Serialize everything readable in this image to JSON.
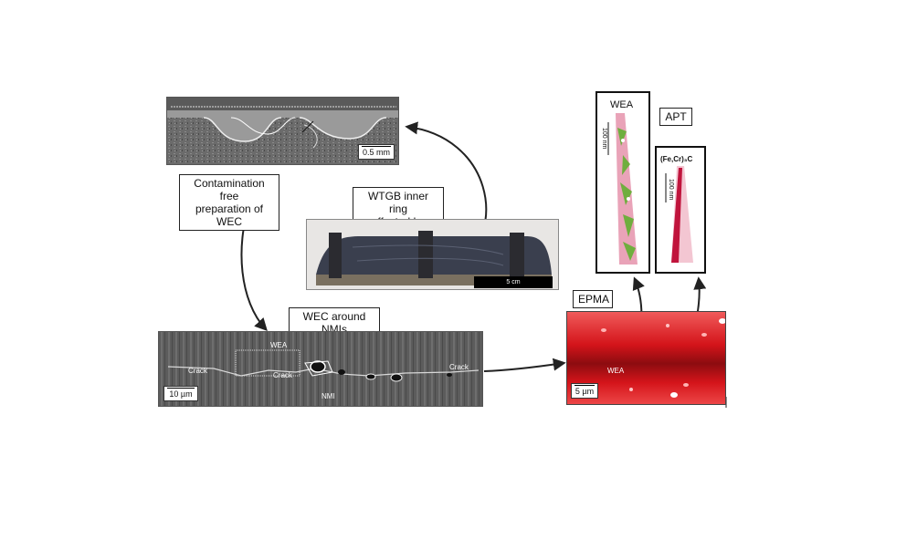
{
  "labels": {
    "contamination": [
      "Contamination free",
      "preparation of WEC"
    ],
    "wtgb": [
      "WTGB inner ring",
      "affected by WEC"
    ],
    "wec_nmi": "WEC around NMIs",
    "epma": "EPMA",
    "wea_top": "WEA",
    "apt": "APT",
    "carbide": "(Fe,Cr)₃C"
  },
  "scale_bars": {
    "top": "0.5 mm",
    "ring": "5 cm",
    "sem": "10 µm",
    "epma": "5 µm",
    "wea_tip": "100 nm",
    "carbide_tip": "100 nm"
  },
  "sem_annotations": {
    "wea": "WEA",
    "crack_left": "Crack",
    "crack_mid": "Crack",
    "crack_right": "Crack",
    "nmi": "NMI"
  },
  "epma_annotation": "WEA",
  "colors": {
    "arrow": "#222222",
    "epma_red": "#d4141a",
    "tip_pink": "#e9a3b8",
    "tip_green": "#6fae3e",
    "carbide_red": "#c0143c"
  }
}
